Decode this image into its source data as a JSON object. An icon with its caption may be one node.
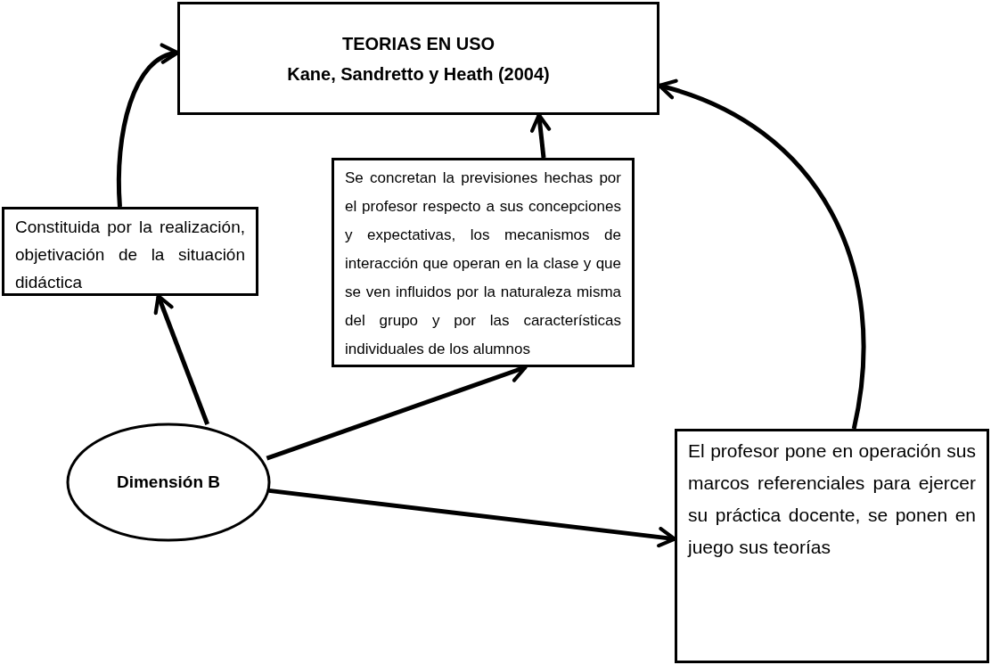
{
  "diagram": {
    "nodes": [
      {
        "text": [
          "TEORIAS EN USO",
          "Kane, Sandretto y Heath (2004)"
        ]
      },
      {
        "text": [
          "Constituida por la realización, objetivación de la situación didáctica"
        ]
      },
      {
        "text": [
          "Se concretan la previsiones hechas por el profesor respecto a sus concepciones y expectativas, los mecanismos de interacción que operan en la clase y que se ven influidos por la naturaleza misma del grupo y por las características individuales de los alumnos"
        ]
      },
      {
        "text": [
          "El profesor pone en operación sus marcos referenciales para ejercer su práctica docente, se ponen en juego sus teorías"
        ]
      },
      {
        "text": [
          "Dimensión B"
        ]
      }
    ],
    "edges": [
      {
        "from": 1,
        "to": 0,
        "arrow": "to"
      },
      {
        "from": 2,
        "to": 0,
        "arrow": "to"
      },
      {
        "from": 3,
        "to": 0,
        "arrow": "to"
      },
      {
        "from": 4,
        "to": 1,
        "arrow": "to"
      },
      {
        "from": 4,
        "to": 2,
        "arrow": "to"
      },
      {
        "from": 4,
        "to": 3,
        "arrow": "to"
      }
    ]
  }
}
